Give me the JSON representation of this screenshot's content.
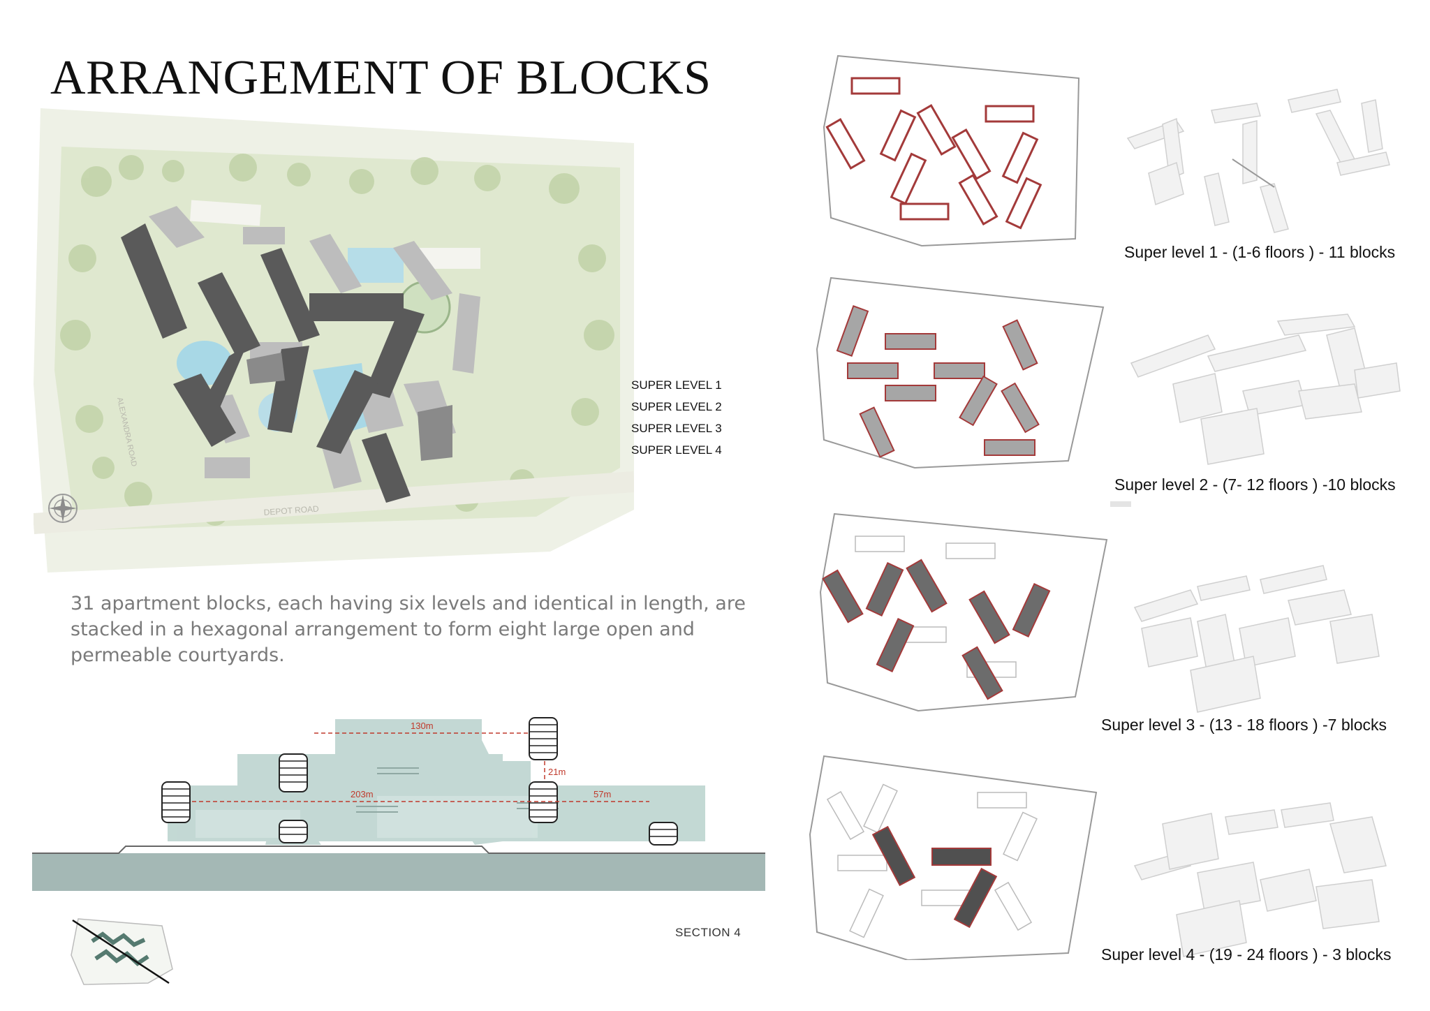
{
  "header": {
    "title": "ARRANGEMENT OF BLOCKS"
  },
  "site_plan": {
    "legend": [
      "SUPER LEVEL 1",
      "SUPER LEVEL 2",
      "SUPER LEVEL 3",
      "SUPER LEVEL 4"
    ],
    "road_labels": [
      "DEPOT ROAD",
      "ALEXANDRA ROAD"
    ],
    "icons": [
      "compass-icon"
    ]
  },
  "description": "31 apartment blocks, each having six levels and identical in length, are stacked in a hexagonal arrangement to form eight large open and permeable courtyards.",
  "section": {
    "label": "SECTION 4",
    "dimensions": [
      "130m",
      "21m",
      "203m",
      "57m"
    ]
  },
  "super_levels": [
    {
      "caption": "Super level 1 -  (1-6 floors ) - 11 blocks"
    },
    {
      "caption": "Super level 2 -  (7- 12  floors ) -10 blocks"
    },
    {
      "caption": "Super level 3 -  (13 - 18  floors ) -7  blocks"
    },
    {
      "caption": "Super level 4 -  (19 -  24  floors ) - 3 blocks"
    }
  ],
  "colors": {
    "level_1": "#c8c8c8",
    "level_2": "#a6a6a6",
    "level_3": "#6c6c6c",
    "level_4": "#505050",
    "plan_highlight_red": "#a33a3a",
    "section_tint": "#b9d2cd",
    "ground": "#9fb3b0",
    "site_green": "#d8e4c6"
  }
}
